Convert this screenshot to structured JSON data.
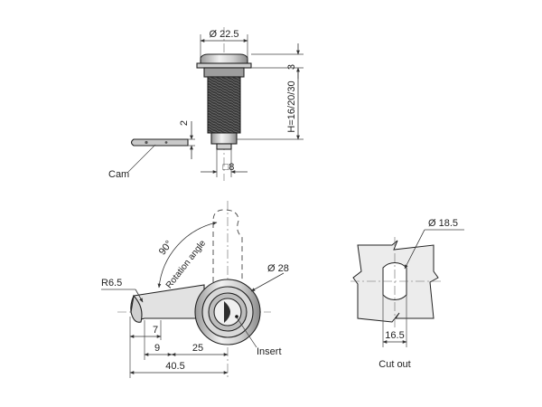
{
  "side_view": {
    "diameter_label": "Ø 22.5",
    "flange_label": "3",
    "height_label": "H=16/20/30",
    "cam_thickness_label": "2",
    "square_label": "□8",
    "cam_label": "Cam"
  },
  "front_view": {
    "rotation_label": "90°",
    "rotation_angle_label": "Rotation angle",
    "radius_label": "R6.5",
    "diameter_label": "Ø 28",
    "dim_7": "7",
    "dim_9": "9",
    "dim_25": "25",
    "dim_40_5": "40.5",
    "insert_label": "Insert"
  },
  "cutout_view": {
    "diameter_label": "Ø 18.5",
    "width_label": "16.5",
    "title": "Cut out"
  },
  "colors": {
    "line": "#222222",
    "fill_light": "#e6e6e6",
    "fill_mid": "#bdbdbd",
    "fill_dark": "#4a4a4a"
  }
}
